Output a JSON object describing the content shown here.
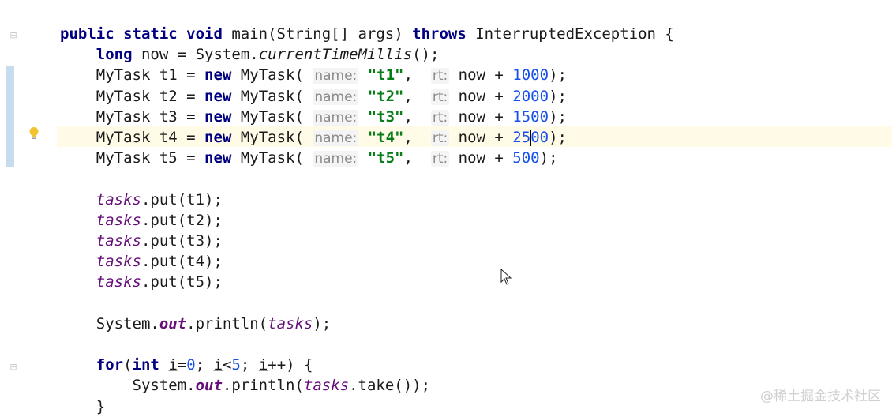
{
  "editor": {
    "lines": [
      {
        "indent": "",
        "parts": [
          {
            "t": "public static void ",
            "c": "kw"
          },
          {
            "t": "main(String[] args) "
          },
          {
            "t": "throws ",
            "c": "kw"
          },
          {
            "t": "InterruptedException {"
          }
        ]
      },
      {
        "indent": "    ",
        "parts": [
          {
            "t": "long ",
            "c": "kw"
          },
          {
            "t": "now = System."
          },
          {
            "t": "currentTimeMillis",
            "c": "it"
          },
          {
            "t": "();"
          }
        ]
      },
      {
        "indent": "    ",
        "parts": [
          {
            "t": "MyTask t1 = "
          },
          {
            "t": "new ",
            "c": "kw"
          },
          {
            "t": "MyTask( "
          },
          {
            "t": "name:",
            "c": "hint"
          },
          {
            "t": " "
          },
          {
            "t": "\"t1\"",
            "c": "str"
          },
          {
            "t": ",  "
          },
          {
            "t": "rt:",
            "c": "hint"
          },
          {
            "t": " now + "
          },
          {
            "t": "1000",
            "c": "num"
          },
          {
            "t": ");"
          }
        ]
      },
      {
        "indent": "    ",
        "parts": [
          {
            "t": "MyTask t2 = "
          },
          {
            "t": "new ",
            "c": "kw"
          },
          {
            "t": "MyTask( "
          },
          {
            "t": "name:",
            "c": "hint"
          },
          {
            "t": " "
          },
          {
            "t": "\"t2\"",
            "c": "str"
          },
          {
            "t": ",  "
          },
          {
            "t": "rt:",
            "c": "hint"
          },
          {
            "t": " now + "
          },
          {
            "t": "2000",
            "c": "num"
          },
          {
            "t": ");"
          }
        ]
      },
      {
        "indent": "    ",
        "parts": [
          {
            "t": "MyTask t3 = "
          },
          {
            "t": "new ",
            "c": "kw"
          },
          {
            "t": "MyTask( "
          },
          {
            "t": "name:",
            "c": "hint"
          },
          {
            "t": " "
          },
          {
            "t": "\"t3\"",
            "c": "str"
          },
          {
            "t": ",  "
          },
          {
            "t": "rt:",
            "c": "hint"
          },
          {
            "t": " now + "
          },
          {
            "t": "1500",
            "c": "num"
          },
          {
            "t": ");"
          }
        ]
      },
      {
        "indent": "    ",
        "caret": true,
        "parts": [
          {
            "t": "MyTask t4 = "
          },
          {
            "t": "new ",
            "c": "kw"
          },
          {
            "t": "MyTask( "
          },
          {
            "t": "name:",
            "c": "hint"
          },
          {
            "t": " "
          },
          {
            "t": "\"t4\"",
            "c": "str"
          },
          {
            "t": ",  "
          },
          {
            "t": "rt:",
            "c": "hint"
          },
          {
            "t": " now + "
          },
          {
            "t": "25",
            "c": "num"
          },
          {
            "t": "",
            "c": "caret"
          },
          {
            "t": "00",
            "c": "num"
          },
          {
            "t": ");"
          }
        ]
      },
      {
        "indent": "    ",
        "parts": [
          {
            "t": "MyTask t5 = "
          },
          {
            "t": "new ",
            "c": "kw"
          },
          {
            "t": "MyTask( "
          },
          {
            "t": "name:",
            "c": "hint"
          },
          {
            "t": " "
          },
          {
            "t": "\"t5\"",
            "c": "str"
          },
          {
            "t": ",  "
          },
          {
            "t": "rt:",
            "c": "hint"
          },
          {
            "t": " now + "
          },
          {
            "t": "500",
            "c": "num"
          },
          {
            "t": ");"
          }
        ]
      },
      {
        "indent": "",
        "parts": []
      },
      {
        "indent": "    ",
        "parts": [
          {
            "t": "tasks",
            "c": "field"
          },
          {
            "t": ".put(t1);"
          }
        ]
      },
      {
        "indent": "    ",
        "parts": [
          {
            "t": "tasks",
            "c": "field"
          },
          {
            "t": ".put(t2);"
          }
        ]
      },
      {
        "indent": "    ",
        "parts": [
          {
            "t": "tasks",
            "c": "field"
          },
          {
            "t": ".put(t3);"
          }
        ]
      },
      {
        "indent": "    ",
        "parts": [
          {
            "t": "tasks",
            "c": "field"
          },
          {
            "t": ".put(t4);"
          }
        ]
      },
      {
        "indent": "    ",
        "parts": [
          {
            "t": "tasks",
            "c": "field"
          },
          {
            "t": ".put(t5);"
          }
        ]
      },
      {
        "indent": "",
        "parts": []
      },
      {
        "indent": "    ",
        "parts": [
          {
            "t": "System."
          },
          {
            "t": "out",
            "c": "fieldb"
          },
          {
            "t": ".println("
          },
          {
            "t": "tasks",
            "c": "field"
          },
          {
            "t": ");"
          }
        ]
      },
      {
        "indent": "",
        "parts": []
      },
      {
        "indent": "    ",
        "parts": [
          {
            "t": "for",
            "c": "kw"
          },
          {
            "t": "("
          },
          {
            "t": "int ",
            "c": "kw"
          },
          {
            "t": "i",
            "c": "ul"
          },
          {
            "t": "="
          },
          {
            "t": "0",
            "c": "num"
          },
          {
            "t": "; "
          },
          {
            "t": "i",
            "c": "ul"
          },
          {
            "t": "<"
          },
          {
            "t": "5",
            "c": "num"
          },
          {
            "t": "; "
          },
          {
            "t": "i",
            "c": "ul"
          },
          {
            "t": "++) {"
          }
        ]
      },
      {
        "indent": "        ",
        "parts": [
          {
            "t": "System."
          },
          {
            "t": "out",
            "c": "fieldb"
          },
          {
            "t": ".println("
          },
          {
            "t": "tasks",
            "c": "field"
          },
          {
            "t": ".take());"
          }
        ]
      },
      {
        "indent": "    ",
        "parts": [
          {
            "t": "}"
          }
        ]
      }
    ]
  },
  "watermark": "@稀土掘金技术社区",
  "icons": {
    "intention": "lightbulb-icon",
    "fold": "fold-marker-icon",
    "pointer": "mouse-pointer-icon"
  },
  "colors": {
    "keyword": "#000080",
    "string": "#067d17",
    "number": "#1750eb",
    "field": "#660e7a",
    "hint": "#8c8c8c",
    "current_line": "#fffbe6"
  }
}
